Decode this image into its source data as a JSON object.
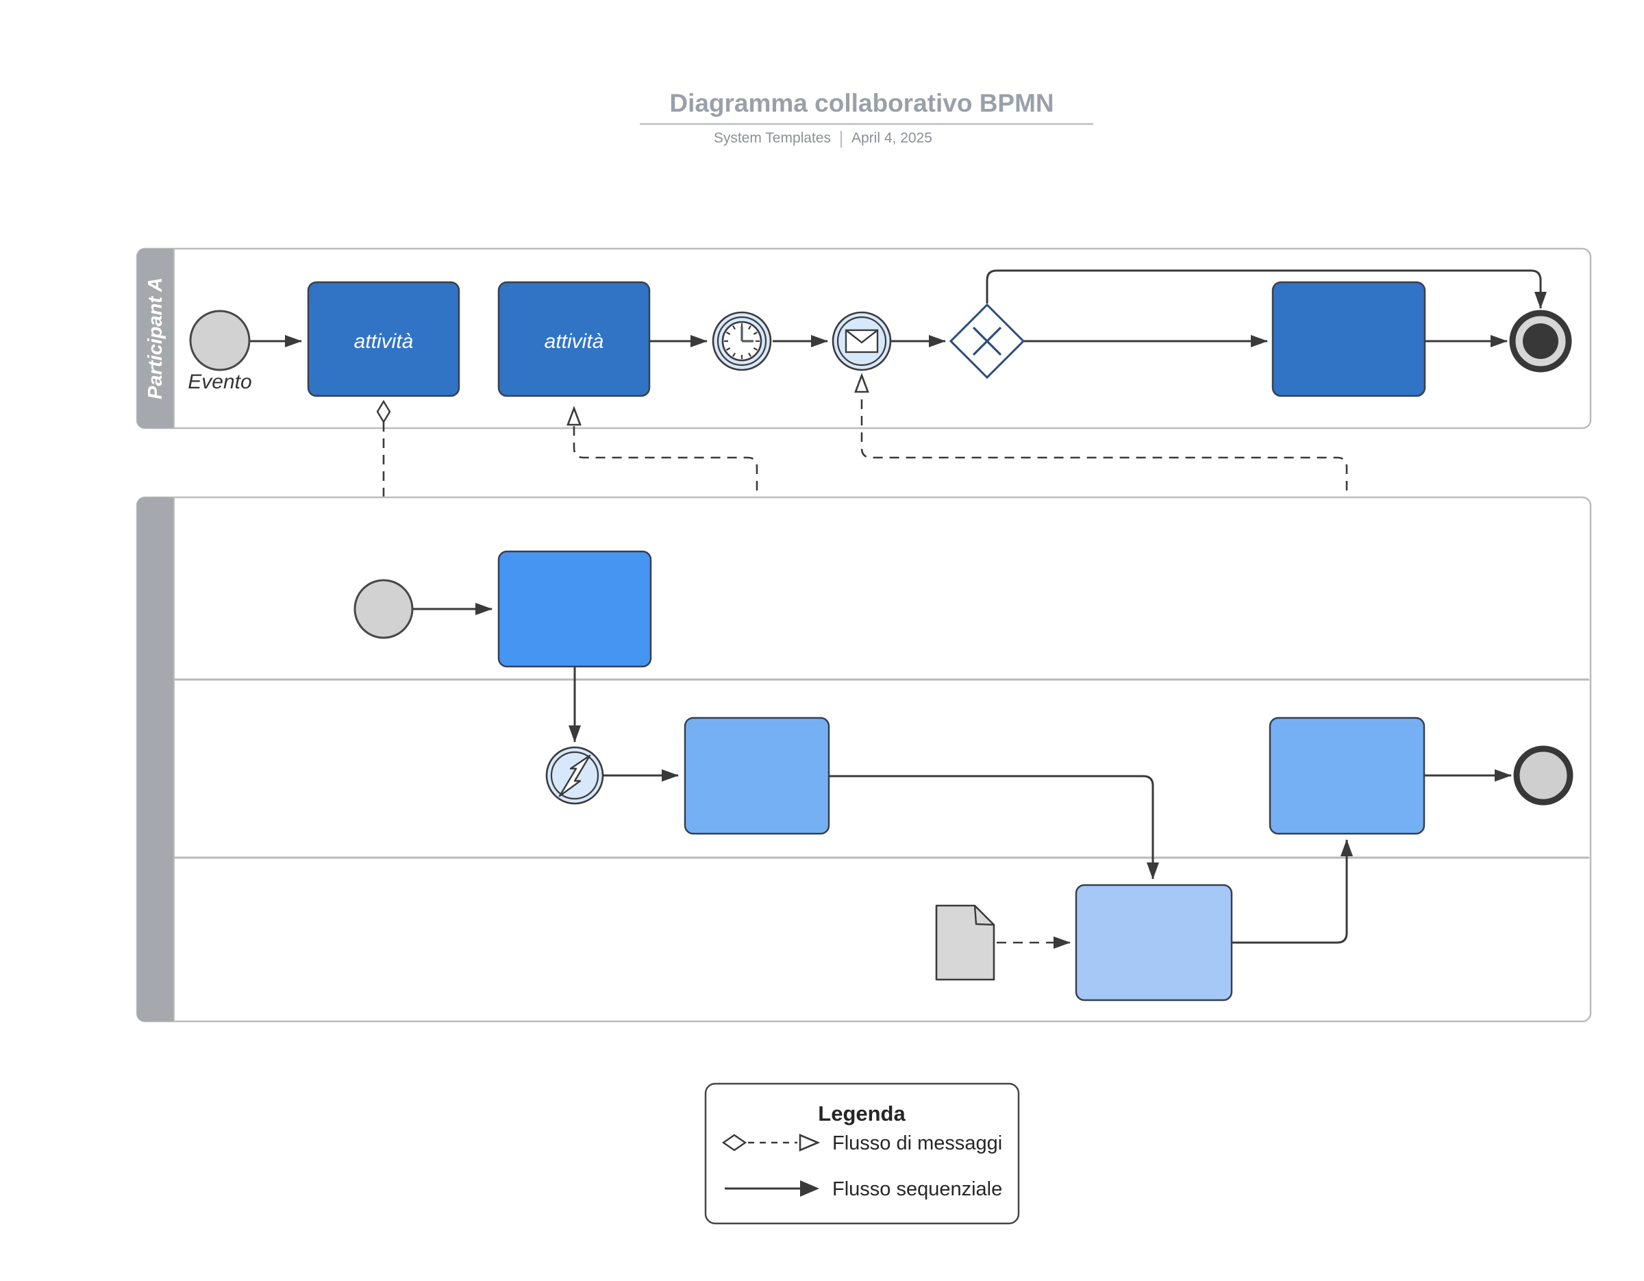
{
  "header": {
    "title": "Diagramma collaborativo BPMN",
    "author": "System Templates",
    "separator": "|",
    "date": "April 4, 2025"
  },
  "pool_a": {
    "label": "Participant A",
    "start_event_label": "Evento",
    "task1_label": "attività",
    "task2_label": "attività"
  },
  "pool_b": {
    "label": ""
  },
  "legend": {
    "title": "Legenda",
    "message_flow_label": "Flusso di messaggi",
    "sequence_flow_label": "Flusso sequenziale"
  },
  "icons": {
    "timer": "clock",
    "message": "envelope",
    "signal": "lightning-bolt",
    "gateway": "x-cross",
    "artifact": "document-note"
  },
  "colors": {
    "task_dark_blue": "#3173c5",
    "task_bright_blue": "#4695f3",
    "task_medium_blue": "#76b0f4",
    "task_light_blue": "#a5c8f6",
    "event_fill": "#d8e8fb",
    "neutral_gray": "#d2d2d2",
    "pool_band": "#a5a8ac",
    "gateway_stroke": "#2c4d7c",
    "line": "#3a3a3a",
    "title_gray": "#9aa0aa"
  }
}
